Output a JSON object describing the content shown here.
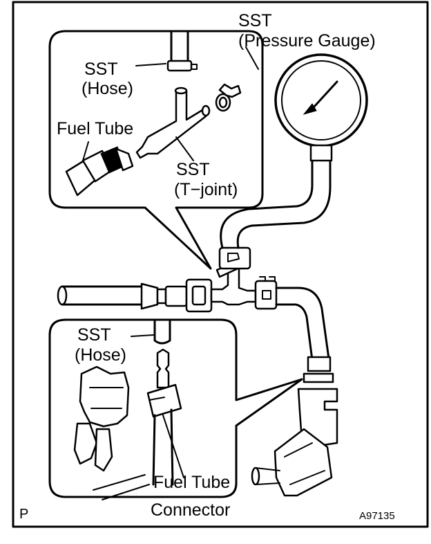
{
  "labels": {
    "sst_pressure_gauge_line1": "SST",
    "sst_pressure_gauge_line2": "(Pressure Gauge)",
    "sst_hose_top_line1": "SST",
    "sst_hose_top_line2": "(Hose)",
    "fuel_tube": "Fuel Tube",
    "sst_tjoint_line1": "SST",
    "sst_tjoint_line2": "(T−joint)",
    "sst_hose_bottom_line1": "SST",
    "sst_hose_bottom_line2": "(Hose)",
    "fuel_tube_connector_line1": "Fuel Tube",
    "fuel_tube_connector_line2": "Connector",
    "corner_code": "P",
    "figure_id": "A97135"
  }
}
